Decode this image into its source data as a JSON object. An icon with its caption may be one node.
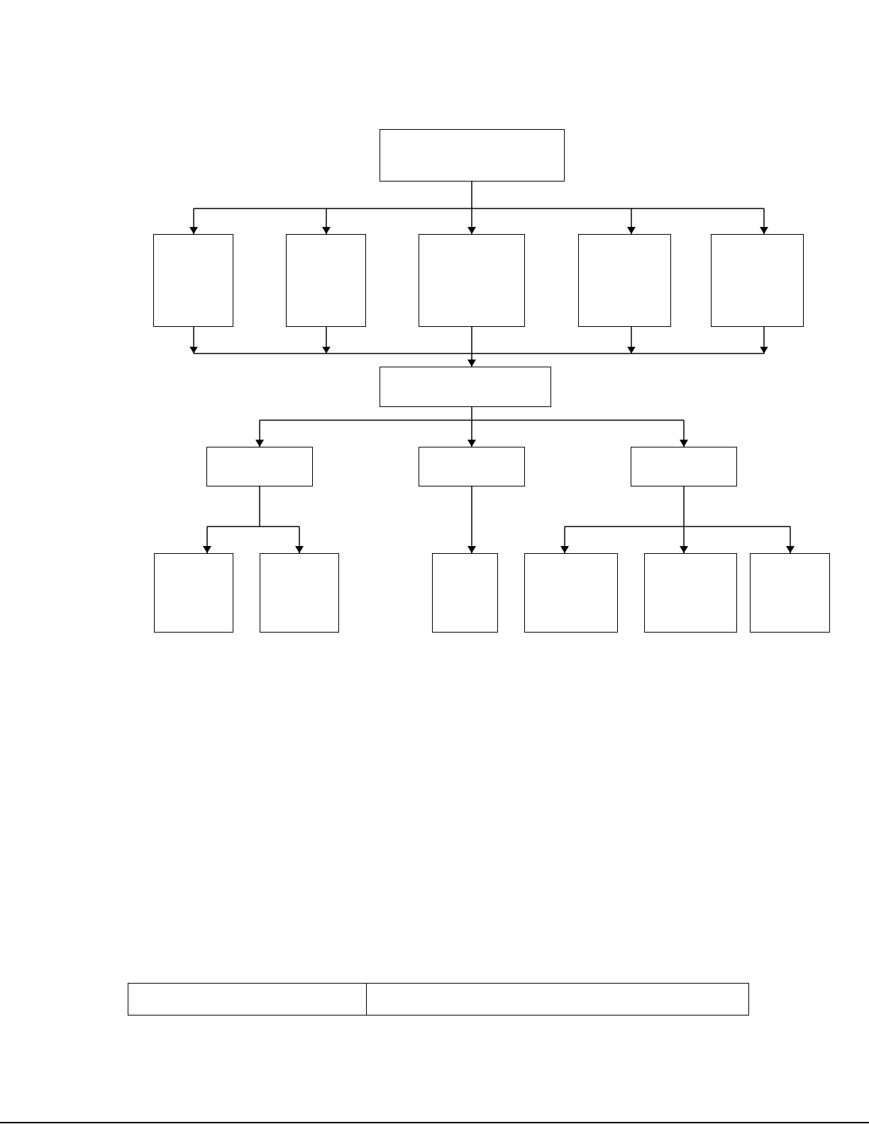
{
  "diagram": {
    "nodes": [
      {
        "text": [],
        "shape": "box"
      },
      {
        "text": [],
        "shape": "box"
      },
      {
        "text": [],
        "shape": "box"
      },
      {
        "text": [],
        "shape": "box"
      },
      {
        "text": [],
        "shape": "box"
      },
      {
        "text": [],
        "shape": "box"
      },
      {
        "text": [],
        "shape": "box"
      },
      {
        "text": [],
        "shape": "box"
      },
      {
        "text": [],
        "shape": "box"
      },
      {
        "text": [],
        "shape": "box"
      },
      {
        "text": [],
        "shape": "box"
      },
      {
        "text": [],
        "shape": "box"
      },
      {
        "text": [],
        "shape": "box"
      },
      {
        "text": [],
        "shape": "box"
      },
      {
        "text": [],
        "shape": "box"
      },
      {
        "text": [],
        "shape": "box"
      }
    ],
    "edges": [
      {
        "from": 0,
        "to": 1,
        "arrow": "to"
      },
      {
        "from": 0,
        "to": 2,
        "arrow": "to"
      },
      {
        "from": 0,
        "to": 3,
        "arrow": "to"
      },
      {
        "from": 0,
        "to": 4,
        "arrow": "to"
      },
      {
        "from": 0,
        "to": 5,
        "arrow": "to"
      },
      {
        "from": 1,
        "to": 6,
        "arrow": "to"
      },
      {
        "from": 2,
        "to": 6,
        "arrow": "to"
      },
      {
        "from": 3,
        "to": 6,
        "arrow": "to"
      },
      {
        "from": 4,
        "to": 6,
        "arrow": "to"
      },
      {
        "from": 5,
        "to": 6,
        "arrow": "to"
      },
      {
        "from": 6,
        "to": 7,
        "arrow": "to"
      },
      {
        "from": 6,
        "to": 8,
        "arrow": "to"
      },
      {
        "from": 6,
        "to": 9,
        "arrow": "to"
      },
      {
        "from": 7,
        "to": 10,
        "arrow": "to"
      },
      {
        "from": 7,
        "to": 11,
        "arrow": "to"
      },
      {
        "from": 8,
        "to": 12,
        "arrow": "to"
      },
      {
        "from": 9,
        "to": 13,
        "arrow": "to"
      },
      {
        "from": 9,
        "to": 14,
        "arrow": "to"
      },
      {
        "from": 9,
        "to": 15,
        "arrow": "to"
      }
    ]
  }
}
